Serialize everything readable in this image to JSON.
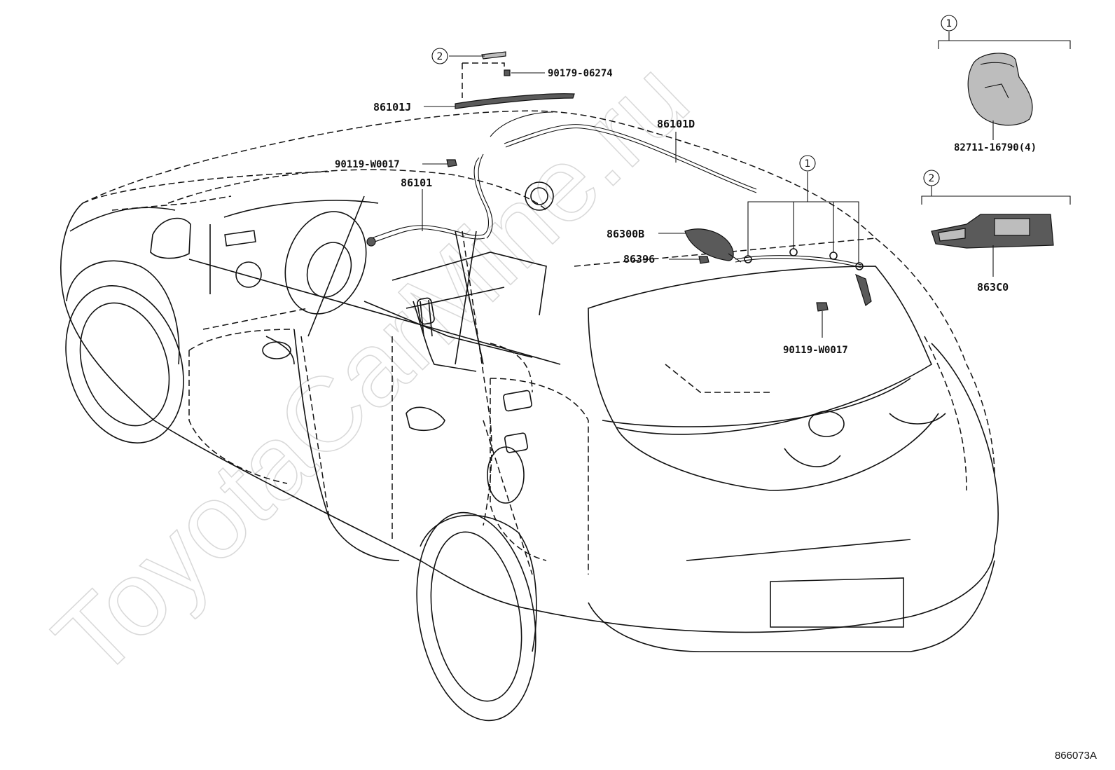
{
  "diagram": {
    "figure_id": "866073A",
    "watermark": "ToyotaCarMine.ru",
    "part_labels": [
      {
        "id": "p90179",
        "text": "90179-06274"
      },
      {
        "id": "p86101J",
        "text": "86101J"
      },
      {
        "id": "p86101D",
        "text": "86101D"
      },
      {
        "id": "p90119a",
        "text": "90119-W0017"
      },
      {
        "id": "p86101",
        "text": "86101"
      },
      {
        "id": "p86300B",
        "text": "86300B"
      },
      {
        "id": "p86396",
        "text": "86396"
      },
      {
        "id": "p90119b",
        "text": "90119-W0017"
      },
      {
        "id": "p82711",
        "text": "82711-16790(4)"
      },
      {
        "id": "p863C0",
        "text": "863C0"
      }
    ],
    "callouts": [
      {
        "id": "c1_top",
        "text": "1"
      },
      {
        "id": "c2_top",
        "text": "2"
      },
      {
        "id": "c2_left",
        "text": "2"
      },
      {
        "id": "c1_mid",
        "text": "1"
      }
    ]
  }
}
